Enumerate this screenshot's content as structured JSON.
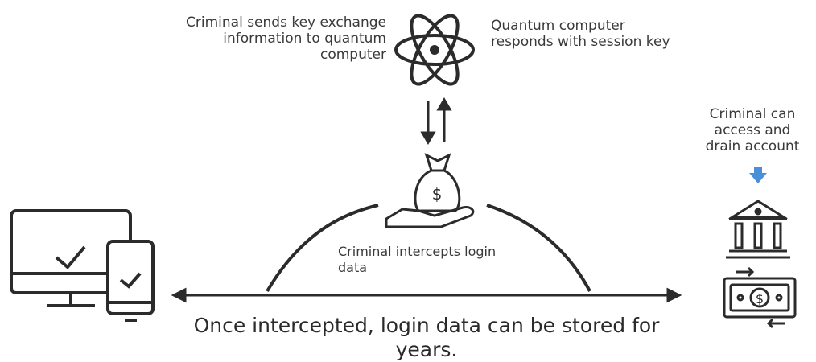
{
  "labels": {
    "criminal_sends": [
      "Criminal sends key exchange",
      "information to quantum",
      "computer"
    ],
    "quantum_responds": [
      "Quantum computer",
      "responds with session key"
    ],
    "criminal_access": [
      "Criminal can",
      "access and",
      "drain account"
    ],
    "intercepts": [
      "Criminal intercepts login",
      "data"
    ],
    "caption": [
      "Once intercepted, login data can be stored for",
      "years."
    ]
  },
  "icons": {
    "atom": "atom-icon",
    "money_bag": "money-bag-hand-icon",
    "devices": "devices-check-icon",
    "bank": "bank-icon",
    "banknote": "banknote-icon",
    "arrow_down": "blue-down-arrow-icon"
  },
  "colors": {
    "ink": "#2b2b2b",
    "accent": "#4a90d9"
  }
}
